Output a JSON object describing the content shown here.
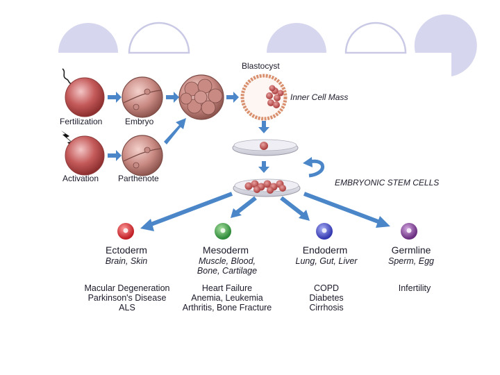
{
  "diagram": {
    "process": {
      "blastocyst": "Blastocyst",
      "inner_cell_mass": "Inner Cell Mass",
      "fertilization": "Fertilization",
      "embryo": "Embryo",
      "activation": "Activation",
      "parthenote": "Parthenote",
      "embryonic_stem_cells": "EMBRYONIC STEM CELLS"
    },
    "germ_layers": [
      {
        "name": "Ectoderm",
        "tissues_1": "Brain, Skin",
        "tissues_2": "",
        "diseases": [
          "Macular Degeneration",
          "Parkinson's Disease",
          "ALS"
        ],
        "color": "#d9262c"
      },
      {
        "name": "Mesoderm",
        "tissues_1": "Muscle, Blood,",
        "tissues_2": "Bone, Cartilage",
        "diseases": [
          "Heart Failure",
          "Anemia, Leukemia",
          "Arthritis, Bone Fracture"
        ],
        "color": "#3fa34a"
      },
      {
        "name": "Endoderm",
        "tissues_1": "Lung, Gut, Liver",
        "tissues_2": "",
        "diseases": [
          "COPD",
          "Diabetes",
          "Cirrhosis"
        ],
        "color": "#4a4fc4"
      },
      {
        "name": "Germline",
        "tissues_1": "Sperm, Egg",
        "tissues_2": "",
        "diseases": [
          "Infertility"
        ],
        "color": "#7a3e8e"
      }
    ]
  },
  "colors": {
    "deco_fill": "#d6d6ee",
    "deco_stroke": "#c9c9e6",
    "arrow": "#4a86c8",
    "cell": "#b84a4a",
    "dish": "#d9d9e1"
  }
}
